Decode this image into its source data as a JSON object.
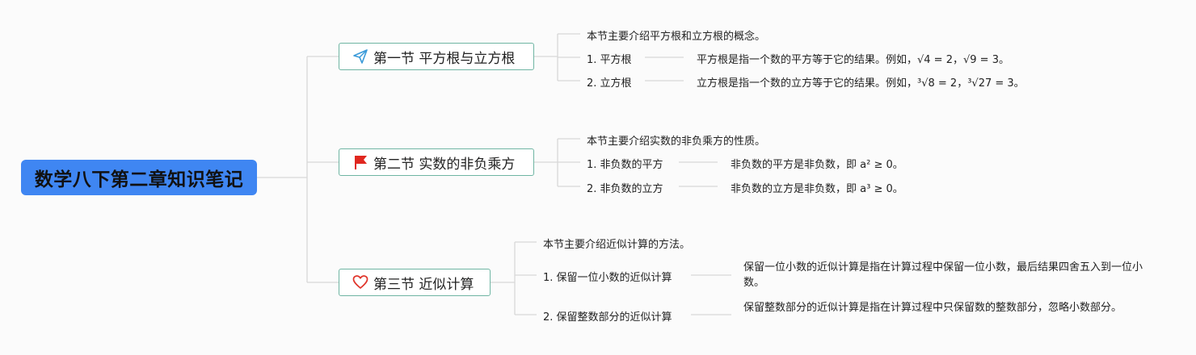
{
  "root": {
    "title": "数学八下第二章知识笔记"
  },
  "sections": [
    {
      "title": "第一节 平方根与立方根",
      "icon": "paper-plane-icon",
      "intro": "本节主要介绍平方根和立方根的概念。",
      "items": [
        {
          "label": "1. 平方根",
          "desc": "平方根是指一个数的平方等于它的结果。例如，√4 = 2，√9 = 3。"
        },
        {
          "label": "2. 立方根",
          "desc": "立方根是指一个数的立方等于它的结果。例如，³√8 = 2，³√27 = 3。"
        }
      ]
    },
    {
      "title": "第二节 实数的非负乘方",
      "icon": "red-flag-icon",
      "intro": "本节主要介绍实数的非负乘方的性质。",
      "items": [
        {
          "label": "1. 非负数的平方",
          "desc": "非负数的平方是非负数，即 a² ≥ 0。"
        },
        {
          "label": "2. 非负数的立方",
          "desc": "非负数的立方是非负数，即 a³ ≥ 0。"
        }
      ]
    },
    {
      "title": "第三节 近似计算",
      "icon": "heart-outline-icon",
      "intro": "本节主要介绍近似计算的方法。",
      "items": [
        {
          "label": "1. 保留一位小数的近似计算",
          "desc": "保留一位小数的近似计算是指在计算过程中保留一位小数，最后结果四舍五入到一位小数。"
        },
        {
          "label": "2. 保留整数部分的近似计算",
          "desc": "保留整数部分的近似计算是指在计算过程中只保留数的整数部分，忽略小数部分。"
        }
      ]
    }
  ],
  "colors": {
    "root_fill": "#3f86f2",
    "section_border": "#6fb5a3",
    "line": "#d8d8d8",
    "icon_plane": "#3a9ad9",
    "icon_flag": "#e0271f",
    "icon_heart": "#e0342a"
  }
}
